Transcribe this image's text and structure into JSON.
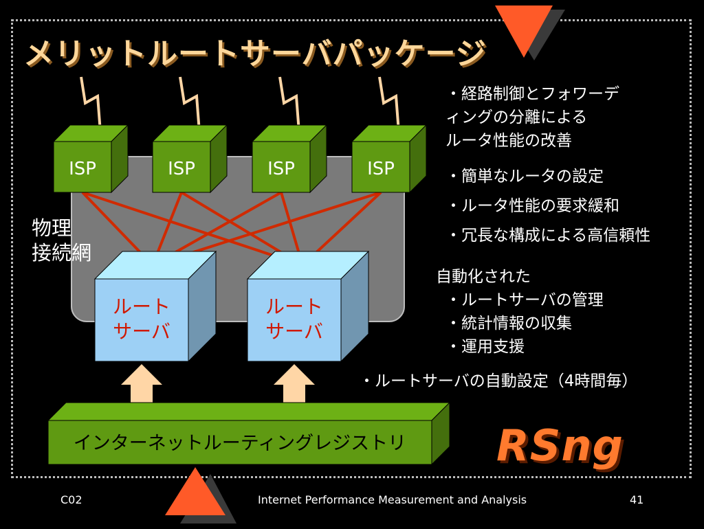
{
  "title": "メリットルートサーバパッケージ",
  "physical_network_label": [
    "物理",
    "接続網"
  ],
  "isp_label": "ISP",
  "isp_count": 4,
  "route_server_label": [
    "ルート",
    "サーバ"
  ],
  "route_server_count": 2,
  "registry_label": "インターネットルーティングレジストリ",
  "merits": [
    [
      "・経路制御とフォワーデ",
      "ィングの分離による",
      "ルータ性能の改善"
    ],
    [
      "・簡単なルータの設定"
    ],
    [
      "・ルータ性能の要求緩和"
    ],
    [
      "・冗長な構成による高信頼性"
    ]
  ],
  "automation": {
    "heading": "自動化された",
    "items": [
      "・ルートサーバの管理",
      "・統計情報の収集",
      "・運用支援"
    ]
  },
  "auto_config": "・ルートサーバの自動設定（4時間毎）",
  "logo": "RSng",
  "footer": {
    "left": "C02",
    "center": "Internet Performance Measurement and Analysis",
    "page": "41"
  },
  "colors": {
    "title": "#ffd79a",
    "isp_box": "#5f9a12",
    "isp_text": "#ffffff",
    "route_server_box": "#9dd0f5",
    "route_server_text": "#d01800",
    "registry_box": "#5f9a12",
    "registry_text": "#000000",
    "link_lines": "#d02a00",
    "arrows": "#ffd6a6",
    "logo": "#ff7a2e",
    "accent_triangle": "#ff5a28"
  }
}
